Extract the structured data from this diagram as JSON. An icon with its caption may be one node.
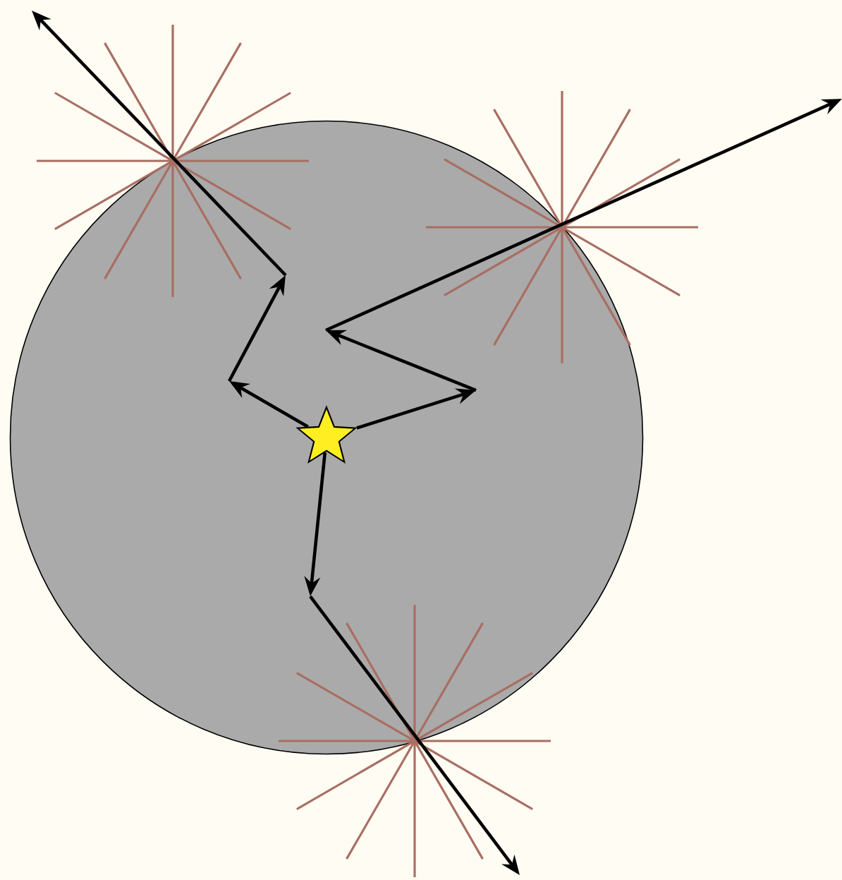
{
  "diagram": {
    "nodes": [
      {
        "text": [],
        "shape": "circle"
      },
      {
        "text": [],
        "shape": "star",
        "in": 0
      }
    ],
    "edges": [
      {
        "from": 1,
        "to": null,
        "arrow": "to"
      },
      {
        "from": 1,
        "to": null,
        "arrow": "to"
      },
      {
        "from": 1,
        "to": null,
        "arrow": "to"
      }
    ]
  }
}
